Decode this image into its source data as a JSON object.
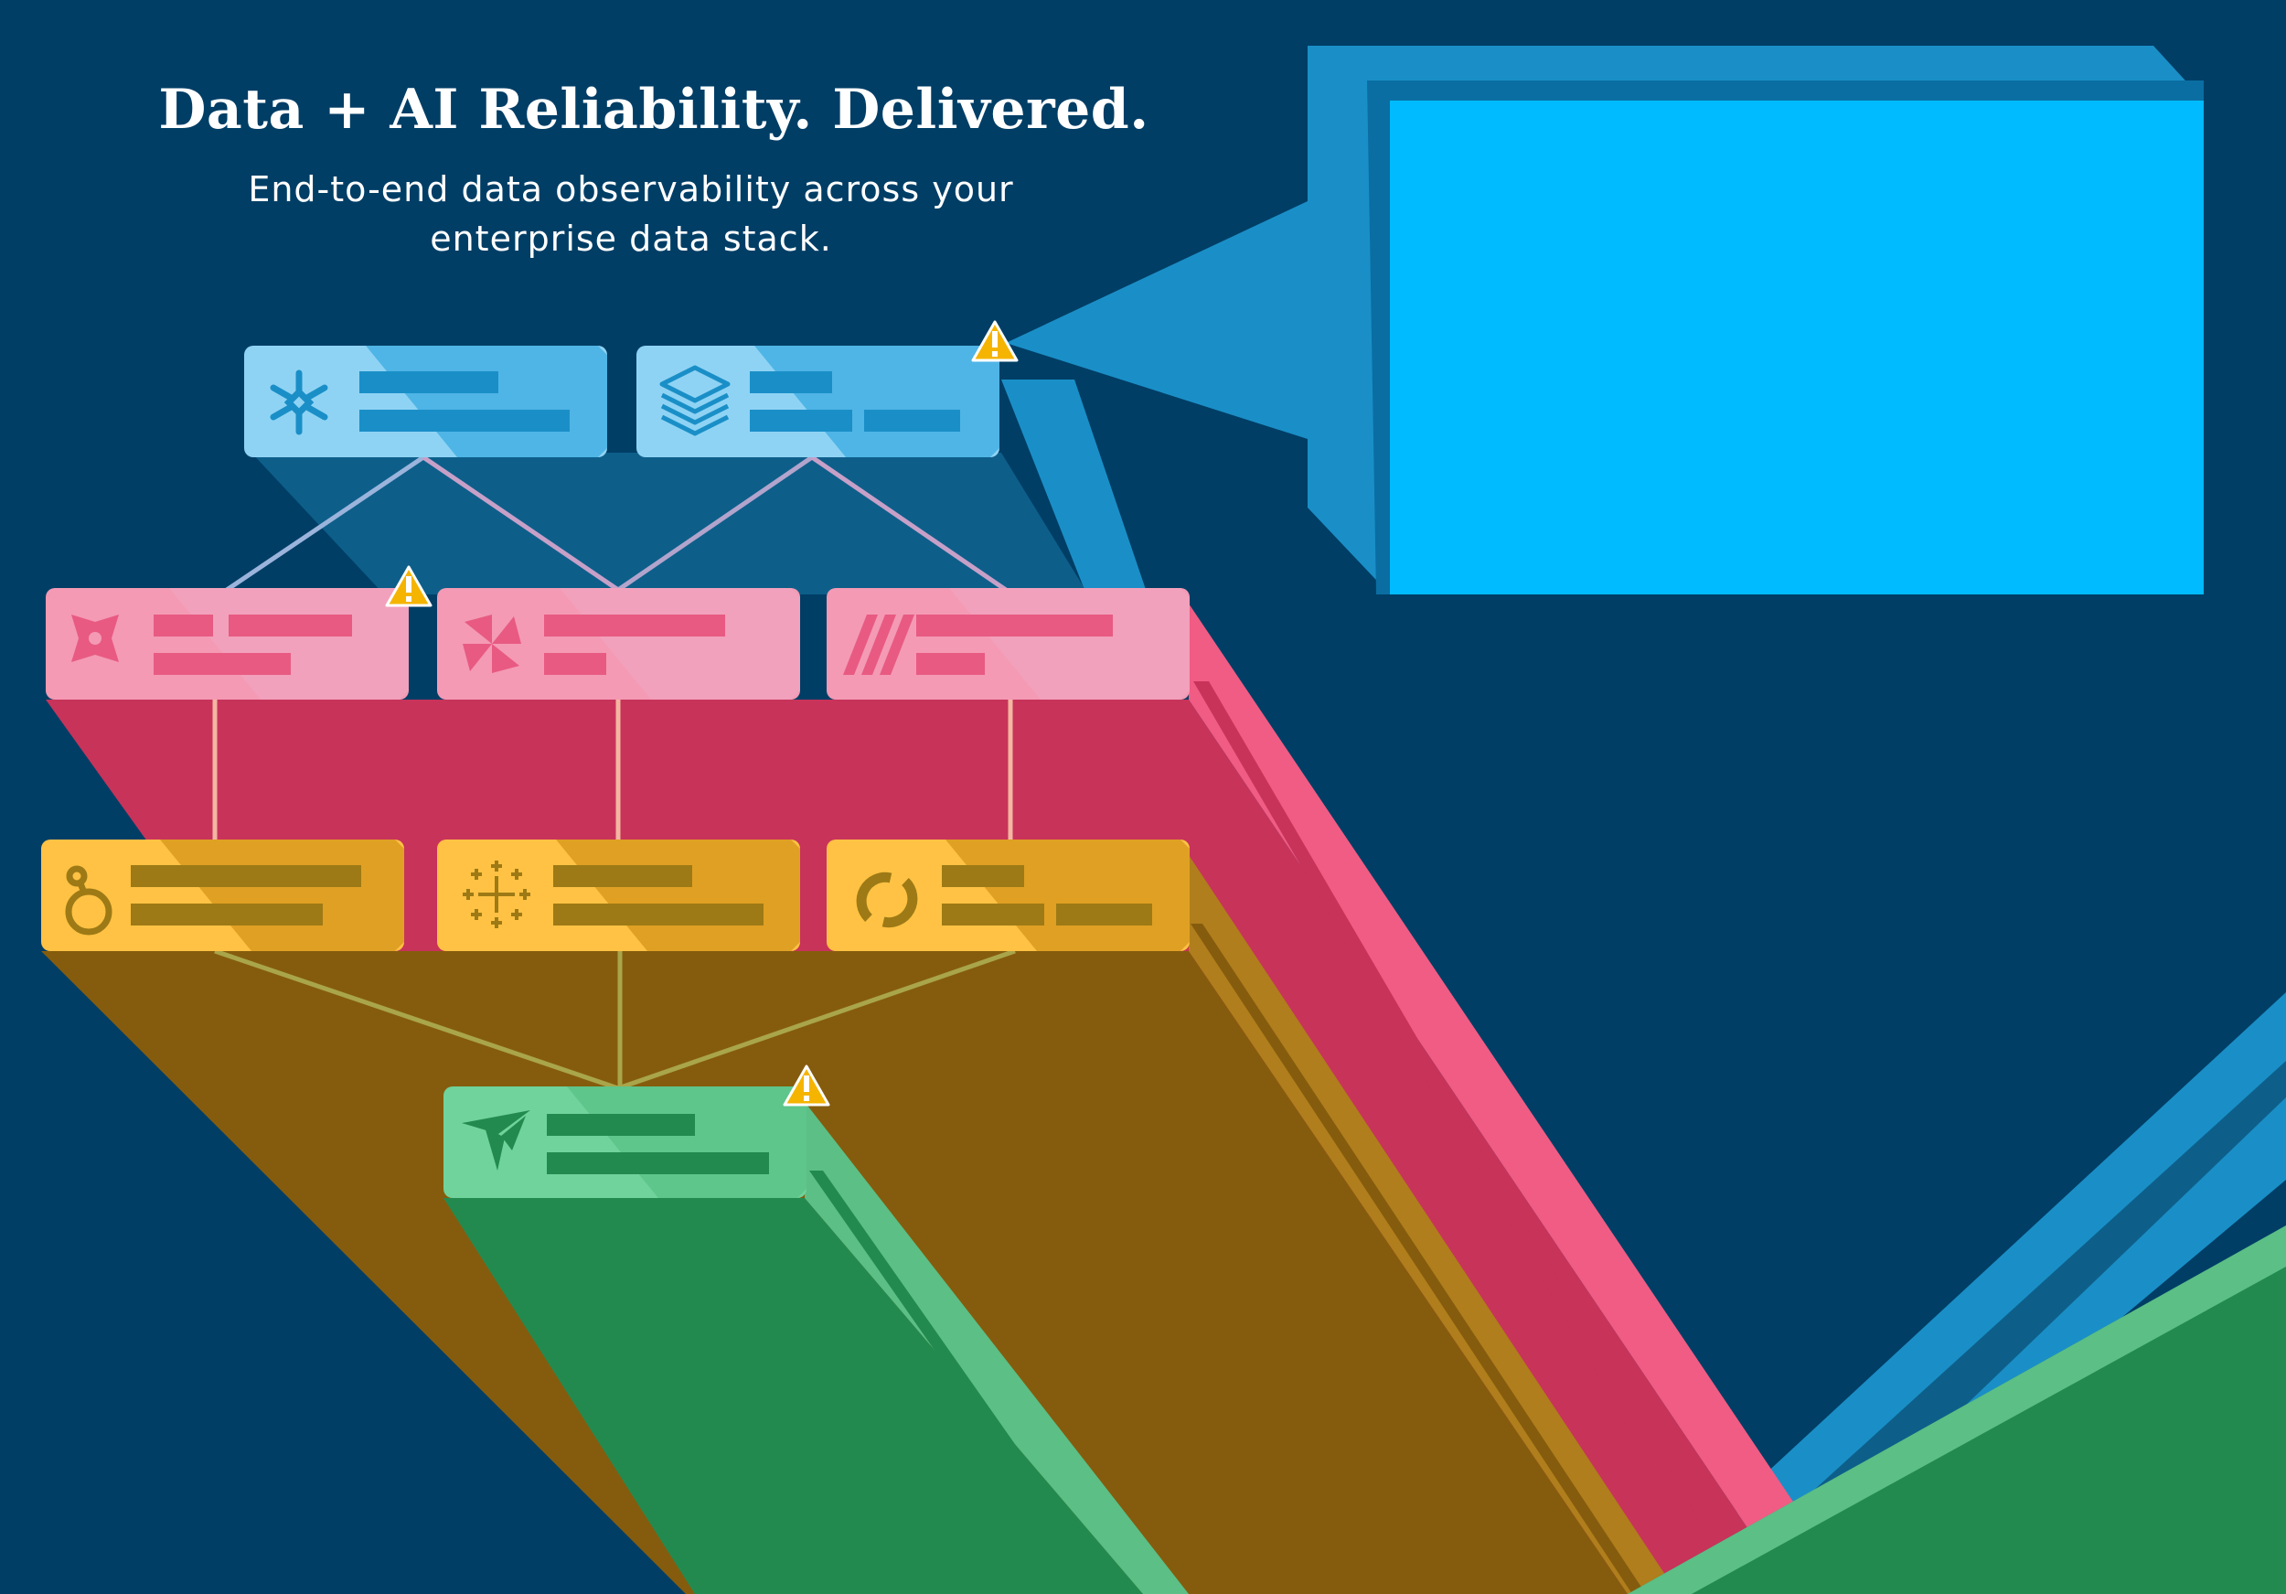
{
  "header": {
    "title": "Data + AI Reliability. Delivered.",
    "subtitle_line1": "End-to-end data observability across your",
    "subtitle_line2": "enterprise data stack."
  },
  "colors": {
    "background": "#003e66",
    "warehouse_tier": "#8fd3f4",
    "transform_tier": "#f49ab4",
    "bi_tier": "#ffc244",
    "sink_tier": "#6fd39b",
    "detail_panel": "#00bbff",
    "warning": "#f5b400"
  },
  "diagram": {
    "nodes": [
      {
        "id": "snowflake",
        "tier": "warehouse",
        "icon": "snowflake-icon",
        "alert": false
      },
      {
        "id": "databricks",
        "tier": "warehouse",
        "icon": "layers-stack-icon",
        "alert": true
      },
      {
        "id": "dbt",
        "tier": "transform",
        "icon": "dbt-icon",
        "alert": true
      },
      {
        "id": "airflow",
        "tier": "transform",
        "icon": "pinwheel-icon",
        "alert": false
      },
      {
        "id": "fivetran",
        "tier": "transform",
        "icon": "slash-stripes-icon",
        "alert": false
      },
      {
        "id": "looker",
        "tier": "bi",
        "icon": "looker-icon",
        "alert": false
      },
      {
        "id": "tableau",
        "tier": "bi",
        "icon": "tableau-icon",
        "alert": false
      },
      {
        "id": "sigma",
        "tier": "bi",
        "icon": "sync-arrows-icon",
        "alert": false
      },
      {
        "id": "monte-carlo",
        "tier": "sink",
        "icon": "bird-icon",
        "alert": true
      }
    ],
    "edges": [
      [
        "snowflake",
        "dbt"
      ],
      [
        "snowflake",
        "airflow"
      ],
      [
        "databricks",
        "airflow"
      ],
      [
        "databricks",
        "fivetran"
      ],
      [
        "dbt",
        "looker"
      ],
      [
        "airflow",
        "tableau"
      ],
      [
        "fivetran",
        "sigma"
      ],
      [
        "looker",
        "monte-carlo"
      ],
      [
        "tableau",
        "monte-carlo"
      ],
      [
        "sigma",
        "monte-carlo"
      ]
    ]
  }
}
